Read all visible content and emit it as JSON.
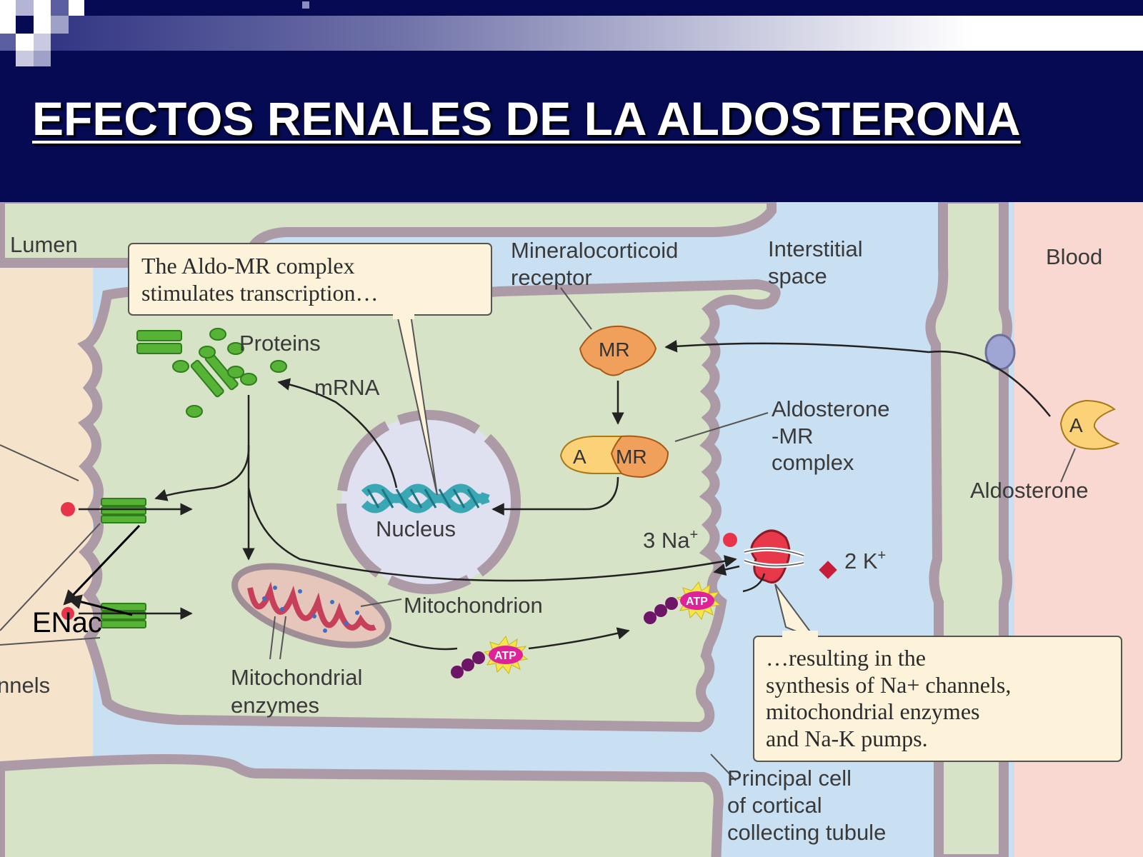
{
  "slide": {
    "title": "EFECTOS RENALES DE LA ALDOSTERONA"
  },
  "diagram": {
    "regions": {
      "lumen": "Lumen",
      "interstitial_line1": "Interstitial",
      "interstitial_line2": "space",
      "blood": "Blood"
    },
    "callout_top": {
      "line1": "The Aldo-MR complex",
      "line2": "stimulates transcription…"
    },
    "callout_bottom": {
      "line1": "…resulting in the",
      "line2": "synthesis of Na+ channels,",
      "line3": "mitochondrial enzymes",
      "line4": "and Na-K pumps."
    },
    "labels": {
      "receptor_line1": "Mineralocorticoid",
      "receptor_line2": "receptor",
      "mr": "MR",
      "a": "A",
      "complex_line1": "Aldosterone",
      "complex_line2": "-MR",
      "complex_line3": "complex",
      "aldosterone": "Aldosterone",
      "proteins": "Proteins",
      "mrna": "mRNA",
      "nucleus": "Nucleus",
      "mitochondrion": "Mitochondrion",
      "mito_enzymes_line1": "Mitochondrial",
      "mito_enzymes_line2": "enzymes",
      "na": "3 Na",
      "na_sup": "+",
      "k": "2 K",
      "k_sup": "+",
      "atp": "ATP",
      "enac": "ENac",
      "channels_partial": "nnels",
      "cell_line1": "Principal cell",
      "cell_line2": "of cortical",
      "cell_line3": "collecting tubule"
    },
    "colors": {
      "lumen": "#f6e3cc",
      "cell": "#d6e3c6",
      "interstitial": "#c9dff2",
      "blood": "#f8d8d1",
      "membrane": "#ad9aa7",
      "receptor": "#f0a05a",
      "aldosterone": "#fcd278",
      "pump": "#e8394a",
      "protein": "#57b336"
    }
  }
}
